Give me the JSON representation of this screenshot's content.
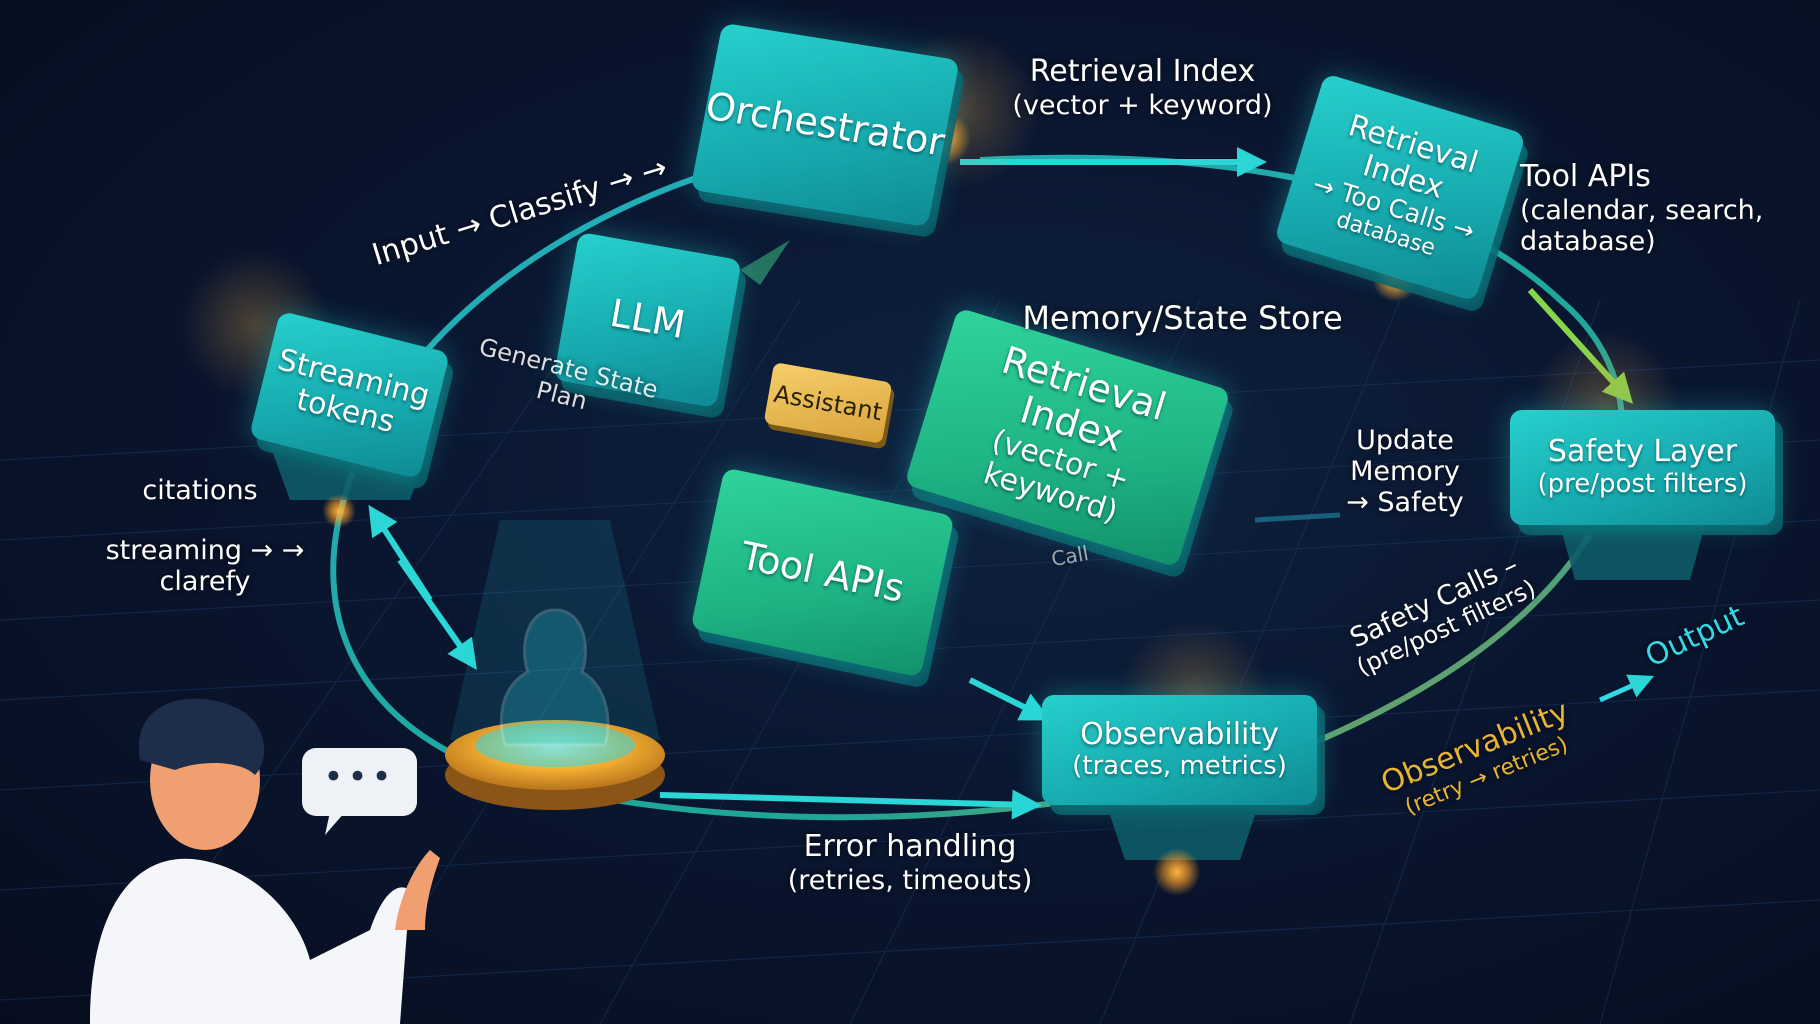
{
  "nodes": {
    "orchestrator": {
      "title": "Orchestrator"
    },
    "llm": {
      "title": "LLM"
    },
    "retrieval_index_top": {
      "title": "Retrieval Index",
      "line2": "→ Too Calls →",
      "line3": "database"
    },
    "retrieval_index_mid": {
      "title": "Retrieval Index",
      "subtitle": "(vector + keyword)"
    },
    "tool_apis_mid": {
      "title": "Tool APIs"
    },
    "streaming_tokens": {
      "title": "Streaming",
      "title2": "tokens"
    },
    "safety_layer": {
      "title": "Safety Layer",
      "subtitle": "(pre/post filters)"
    },
    "observability": {
      "title": "Observability",
      "subtitle": "(traces, metrics)"
    },
    "assistant_tag": {
      "title": "Assistant"
    }
  },
  "labels": {
    "retrieval_top": {
      "title": "Retrieval Index",
      "subtitle": "(vector + keyword)"
    },
    "tool_apis_right": {
      "title": "Tool APIs",
      "line2": "(calendar, search,",
      "line3": "database)"
    },
    "memory_state": {
      "title": "Memory/State Store"
    },
    "input_classify": {
      "title": "Input → Classify → →"
    },
    "generate_plan": {
      "title": "Generate State",
      "subtitle": "Plan"
    },
    "update_memory": {
      "title": "Update",
      "line2": "Memory",
      "line3": "→ Safety"
    },
    "citations": {
      "title": "citations"
    },
    "streaming_clarify": {
      "title": "streaming → →",
      "subtitle": "clarefy"
    },
    "safety_calls": {
      "title": "Safety Calls –",
      "subtitle": "(pre/post filters)"
    },
    "output": {
      "title": "Output"
    },
    "observability_faded": {
      "title": "Observability",
      "subtitle": "(retry → retries)"
    },
    "error_handling": {
      "title": "Error handling",
      "subtitle": "(retries, timeouts)"
    },
    "small_tag": {
      "title": "Call"
    }
  },
  "user": {
    "chat_bubble": "•••"
  },
  "colors": {
    "background": "#0a1630",
    "teal": "#1fbfbf",
    "green": "#22c08a",
    "arrow": "#2ad6d6",
    "gold": "#f0a830",
    "output": "#33d9e6",
    "observability_faded": "#e8b530"
  }
}
